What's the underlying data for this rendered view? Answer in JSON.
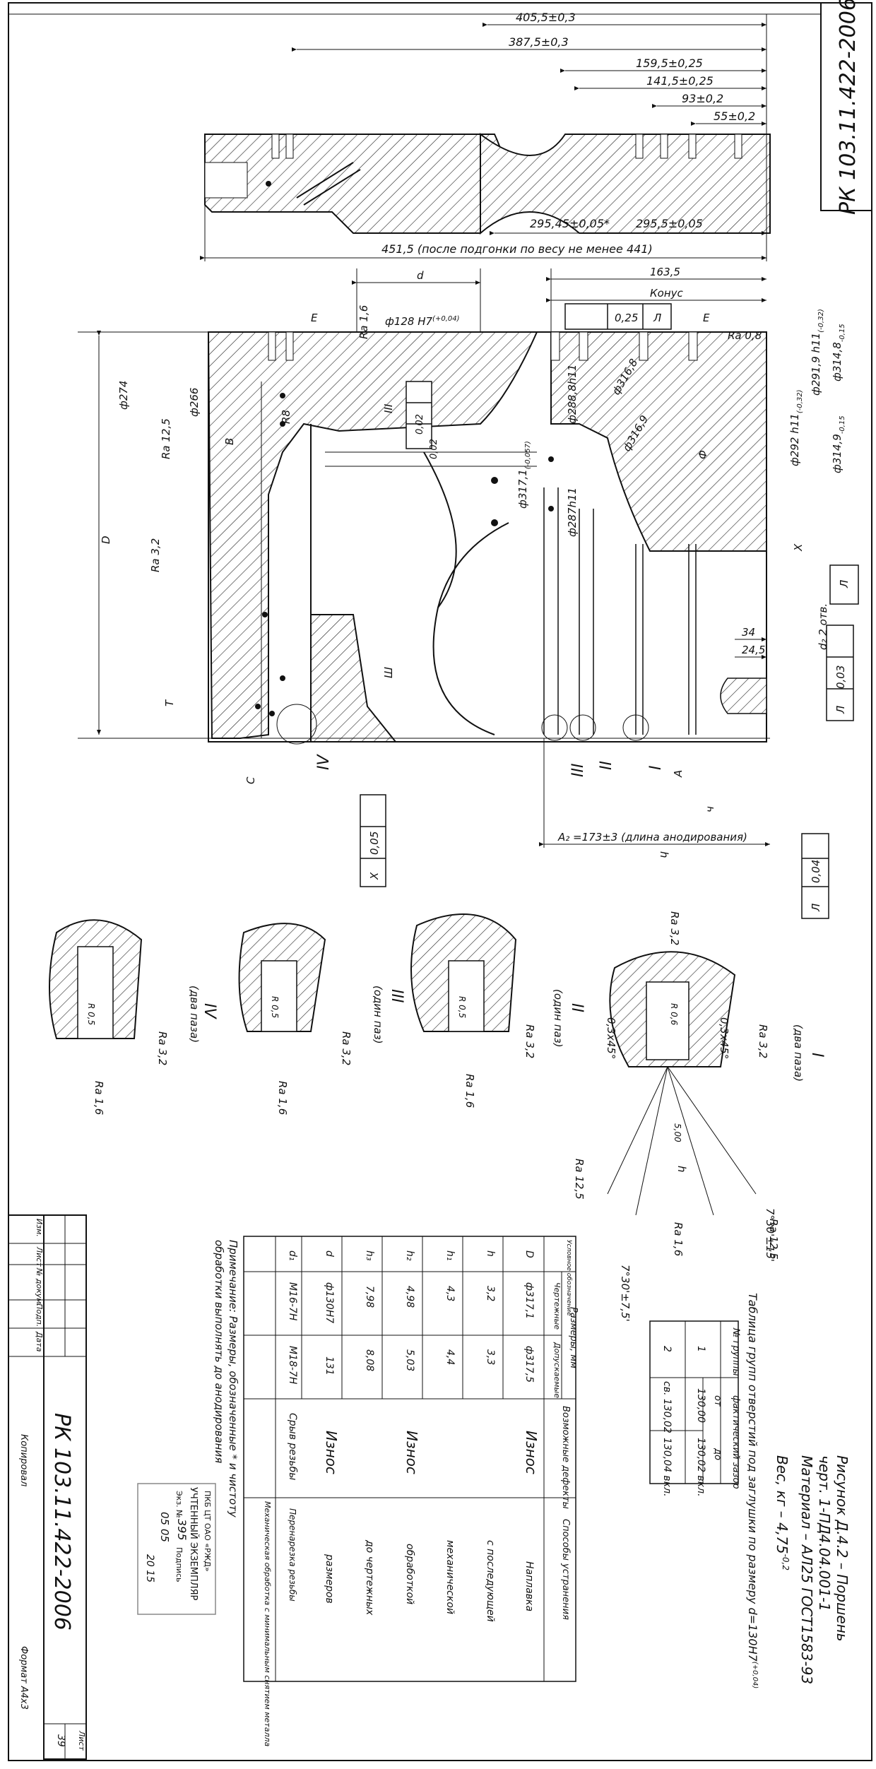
{
  "stamp_code": "РК 103.11.422-2006",
  "title_block": {
    "code": "РК 103.11.422-2006",
    "sheet_label": "Лист",
    "sheet_number": "39",
    "format": "Формат  А4x3",
    "copied": "Копировал",
    "rev_cols": [
      "Изм.",
      "Лист",
      "№ докум.",
      "Подп.",
      "Дата"
    ]
  },
  "figure_caption": {
    "line1": "Рисунок Д.4.2 – Поршень",
    "line2": "черт. 1-ПД4.04.001-1",
    "line3": "Материал – АЛ25 ГОСТ1583-93",
    "line4": "Вес, кг – 4,75",
    "line4_tol": "-0,2"
  },
  "top_dims": [
    "405,5±0,3",
    "387,5±0,3",
    "159,5±0,25",
    "141,5±0,25",
    "93±0,2",
    "55±0,2",
    "295,45±0,05*",
    "295,5±0,05"
  ],
  "top_note": "451,5 (после подгонки по весу не менее 441)",
  "main_labels": {
    "d": "d",
    "len1635": "163,5",
    "konus": "Конус",
    "tol025": "0,25",
    "datumL": "Л",
    "ra08": "Ra 0,8",
    "ra16": "Ra 1,6",
    "bore": "ф128 H7",
    "bore_tol": "(+0,04)",
    "E1": "Е",
    "E2": "Е",
    "d3148": "ф314,8",
    "d3148_tol": "-0,15",
    "d3149": "ф314,9",
    "d3149_tol": "-0,15",
    "d2919": "ф291,9 h11",
    "d2919_tol": "(-0,32)",
    "d292": "ф292 h11",
    "d292_tol": "(-0,32)",
    "d2888": "ф288,8h11",
    "d2878": "ф287h11",
    "d3168": "ф316,8",
    "d3169": "ф316,9",
    "d3171": "ф317,1",
    "d3171_tol": "(-0,057)",
    "d274": "ф274",
    "d266": "ф266",
    "r8": "R8",
    "ra125": "Ra 12,5",
    "ra32": "Ra 3,2",
    "D": "D",
    "B": "В",
    "T": "Т",
    "C": "С",
    "III": "III",
    "Sq": "Ш",
    "F": "Ф",
    "X": "Х",
    "tol002a": "0,02",
    "tol002b": "0,02",
    "d2": "d₂ 2 отв.",
    "dim34": "34",
    "dim245": "24,5",
    "tol003": "0,03",
    "A": "А",
    "ch": "ч",
    "rom1": "I",
    "rom2": "II",
    "rom3": "III",
    "rom4": "IV",
    "tol005": "0,05",
    "tol004": "0,04",
    "a_len": "А₂ =173±3 (длина анодирования)"
  },
  "details": [
    {
      "numeral": "I",
      "note": "(два паза)",
      "r": "R 0,6",
      "chamfer": "0,3x45°",
      "angle": "7°30'±15'"
    },
    {
      "numeral": "II",
      "note": "(один паз)",
      "r": "R 0,5",
      "ra": "Ra 1,6"
    },
    {
      "numeral": "III",
      "note": "(один паз)",
      "r": "R 0,5",
      "ra": "Ra 1,6"
    },
    {
      "numeral": "IV",
      "note": "(два паза)",
      "r": "R 0,5",
      "ra": "Ra 1,6"
    }
  ],
  "detail_misc": {
    "h": "h",
    "ra32": "Ra 3,2",
    "ra125": "Ra 12,5",
    "ra16": "Ra 1,6",
    "five": "5,00",
    "angle": "7°30'±7,5'",
    "tol_h": "h"
  },
  "groups_table": {
    "title": "Таблица групп отверстий под заглушки по размеру d=130H7",
    "title_tol": "(+0,04)",
    "headers": [
      "№ группы",
      "фактический зазор",
      "от",
      "до"
    ],
    "rows": [
      [
        "1",
        "130,00",
        "130,02 вкл."
      ],
      [
        "2",
        "св. 130,02",
        "130,04 вкл."
      ]
    ]
  },
  "defects_table": {
    "headers": [
      "Условное обозначение",
      "Размеры, мм",
      "Чертежные",
      "Допускаемые",
      "Возможные дефекты",
      "Способы устранения"
    ],
    "rows": [
      [
        "D",
        "ф317,1",
        "ф317,5",
        "Износ",
        "Наплавка"
      ],
      [
        "h",
        "3,2",
        "3,3",
        "",
        "с последующей"
      ],
      [
        "h₁",
        "4,3",
        "4,4",
        "",
        "механической"
      ],
      [
        "h₂",
        "4,98",
        "5,03",
        "Износ",
        "обработкой"
      ],
      [
        "h₃",
        "7,98",
        "8,08",
        "",
        "до чертежных"
      ],
      [
        "d",
        "ф130H7",
        "131",
        "Износ",
        "размеров"
      ],
      [
        "d₁",
        "М16-7Н",
        "М18-7Н",
        "Срыв резьбы",
        "Перенарезка резьбы"
      ]
    ],
    "extra_remedy": "Механическая обработка с минимальным снятием металла"
  },
  "note": {
    "line1": "Примечание: Размеры, обозначенные * и чистоту",
    "line2": "обработки выполнять до анодирования"
  },
  "registration_stamp": {
    "line1": "ПКБ ЦТ ОАО «РЖД»",
    "line2": "УЧТЕННЫЙ ЭКЗЕМПЛЯР",
    "line3": "Экз. №",
    "copy_no": "395",
    "sign": "Подпись",
    "date": "05 05",
    "year": "20 15"
  }
}
